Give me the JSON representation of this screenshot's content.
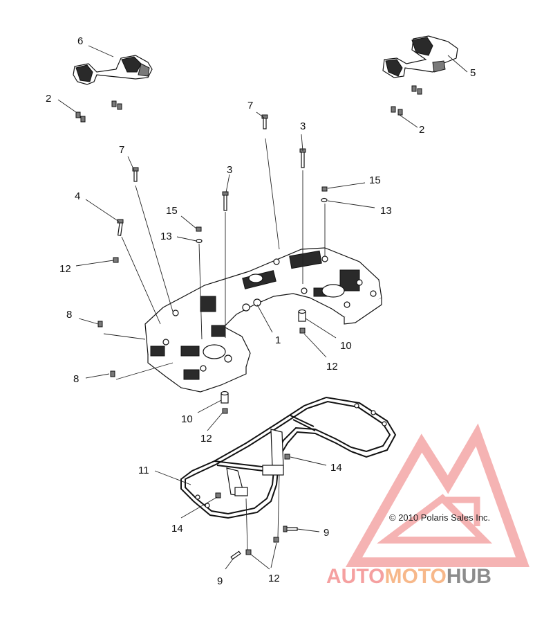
{
  "callouts": {
    "c1": "1",
    "c2a": "2",
    "c2b": "2",
    "c3a": "3",
    "c3b": "3",
    "c4": "4",
    "c5": "5",
    "c6": "6",
    "c7a": "7",
    "c7b": "7",
    "c8a": "8",
    "c8b": "8",
    "c9a": "9",
    "c9b": "9",
    "c10a": "10",
    "c10b": "10",
    "c11": "11",
    "c12a": "12",
    "c12b": "12",
    "c12c": "12",
    "c12d": "12",
    "c13a": "13",
    "c13b": "13",
    "c14a": "14",
    "c14b": "14",
    "c15a": "15",
    "c15b": "15"
  },
  "copyright": "© 2010 Polaris Sales Inc.",
  "watermark": {
    "part1": "AUTO",
    "part2": "MOTO",
    "part3": "HUB",
    "color_main": "#f5a0a0",
    "color_accent": "#f7c79a",
    "color_hub": "#9a9a9a"
  }
}
